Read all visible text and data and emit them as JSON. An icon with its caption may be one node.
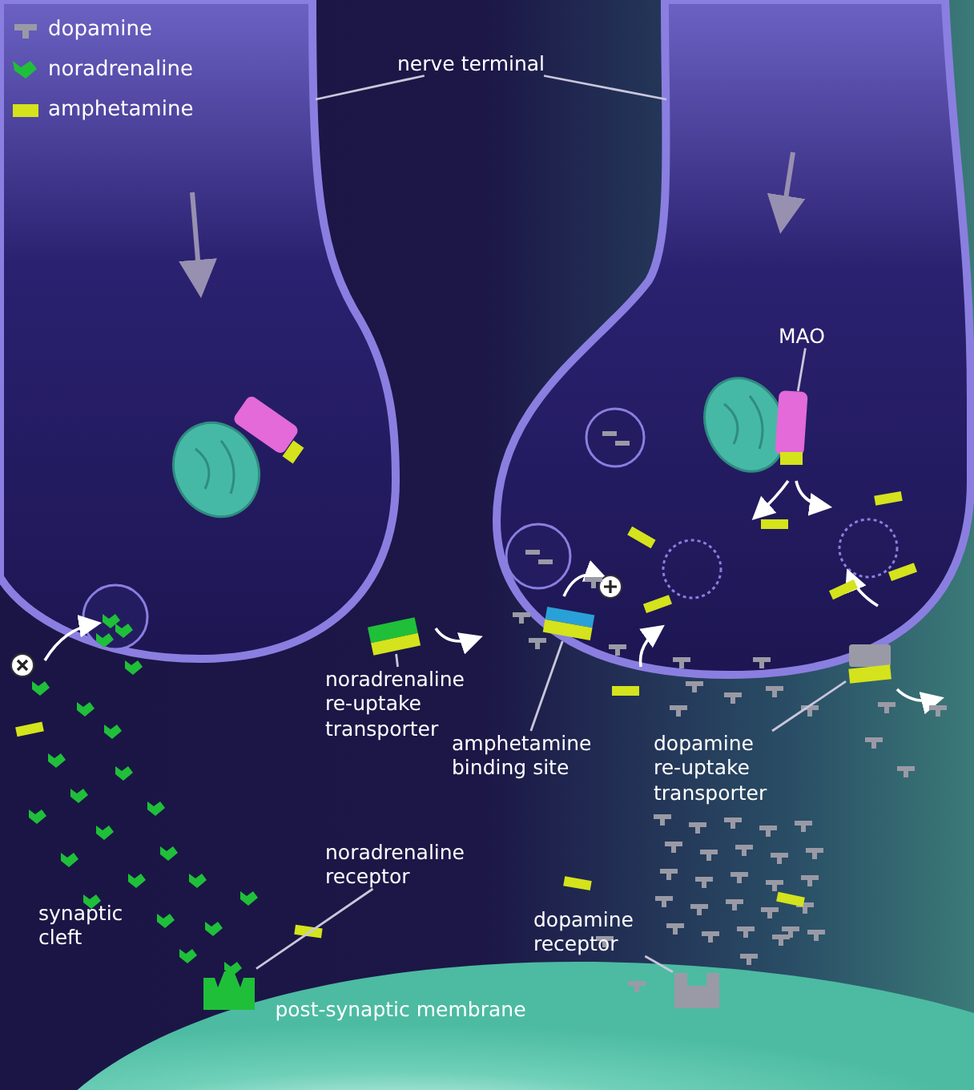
{
  "diagram": {
    "nodes": [
      {
        "text": [
          "nerve terminal"
        ]
      },
      {
        "text": [],
        "shape": "picture"
      },
      {
        "text": [],
        "shape": "picture"
      },
      {
        "text": [
          "MAO"
        ],
        "in": 2
      },
      {
        "text": [],
        "shape": "bar",
        "in": 2
      },
      {
        "text": [
          "noradrenaline re-uptake transporter"
        ]
      },
      {
        "text": [],
        "shape": "box",
        "in": 1
      },
      {
        "text": [
          "amphetamine binding site"
        ]
      },
      {
        "text": [],
        "shape": "box",
        "in": 2
      },
      {
        "text": [
          "dopamine re-uptake transporter"
        ]
      },
      {
        "text": [],
        "shape": "box",
        "in": 2
      },
      {
        "text": [
          "noradrenaline receptor"
        ]
      },
      {
        "text": [],
        "shape": "picture",
        "in": 15
      },
      {
        "text": [
          "dopamine receptor"
        ]
      },
      {
        "text": [],
        "shape": "picture",
        "in": 15
      },
      {
        "text": [
          "post-synaptic membrane"
        ]
      }
    ],
    "edges": [
      {
        "from": 0,
        "to": 1,
        "arrow": "none"
      },
      {
        "from": 0,
        "to": 2,
        "arrow": "none"
      },
      {
        "from": 3,
        "to": 4,
        "arrow": "none"
      },
      {
        "from": 5,
        "to": 6,
        "arrow": "none"
      },
      {
        "from": 7,
        "to": 8,
        "arrow": "none"
      },
      {
        "from": 9,
        "to": 10,
        "arrow": "none"
      },
      {
        "from": 11,
        "to": 12,
        "arrow": "none"
      },
      {
        "from": 13,
        "to": 14,
        "arrow": "none"
      }
    ],
    "labels": [
      "synaptic cleft"
    ],
    "legend": [
      {
        "text": "dopamine"
      },
      {
        "text": "noradrenaline"
      },
      {
        "text": "amphetamine",
        "color": "#d4e31c"
      }
    ]
  }
}
